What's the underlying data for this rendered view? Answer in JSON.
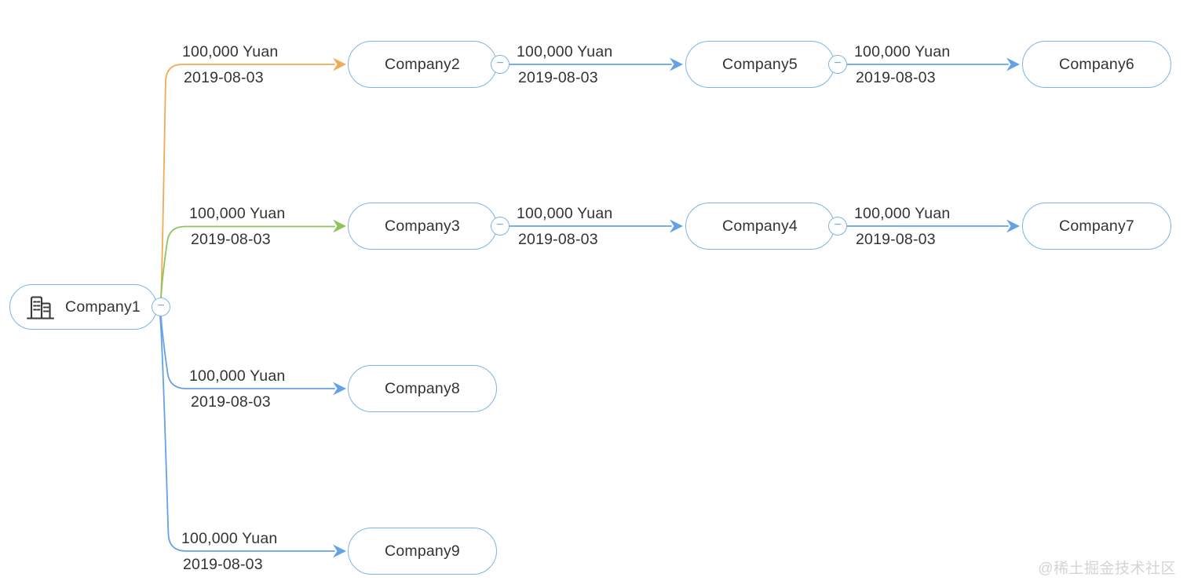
{
  "watermark": "@稀土掘金技术社区",
  "icons": {
    "collapse": "−",
    "company": "building-icon"
  },
  "colors": {
    "node_border": "#7FB3E8",
    "edge_blue": "#64A2E8",
    "edge_green": "#8CC45E",
    "edge_orange": "#F0AC55",
    "text": "#333333",
    "watermark": "#D4D4D4"
  },
  "nodes": [
    {
      "id": "company1",
      "label": "Company1",
      "collapsible": true,
      "has_icon": true
    },
    {
      "id": "company2",
      "label": "Company2",
      "collapsible": true,
      "has_icon": false
    },
    {
      "id": "company3",
      "label": "Company3",
      "collapsible": true,
      "has_icon": false
    },
    {
      "id": "company4",
      "label": "Company4",
      "collapsible": true,
      "has_icon": false
    },
    {
      "id": "company5",
      "label": "Company5",
      "collapsible": true,
      "has_icon": false
    },
    {
      "id": "company6",
      "label": "Company6",
      "collapsible": false,
      "has_icon": false
    },
    {
      "id": "company7",
      "label": "Company7",
      "collapsible": false,
      "has_icon": false
    },
    {
      "id": "company8",
      "label": "Company8",
      "collapsible": false,
      "has_icon": false
    },
    {
      "id": "company9",
      "label": "Company9",
      "collapsible": false,
      "has_icon": false
    }
  ],
  "edges": [
    {
      "from": "Company1",
      "to": "Company2",
      "amount": "100,000 Yuan",
      "date": "2019-08-03",
      "color": "#F0AC55"
    },
    {
      "from": "Company1",
      "to": "Company3",
      "amount": "100,000 Yuan",
      "date": "2019-08-03",
      "color": "#8CC45E"
    },
    {
      "from": "Company1",
      "to": "Company8",
      "amount": "100,000 Yuan",
      "date": "2019-08-03",
      "color": "#64A2E8"
    },
    {
      "from": "Company1",
      "to": "Company9",
      "amount": "100,000 Yuan",
      "date": "2019-08-03",
      "color": "#64A2E8"
    },
    {
      "from": "Company2",
      "to": "Company5",
      "amount": "100,000 Yuan",
      "date": "2019-08-03",
      "color": "#64A2E8"
    },
    {
      "from": "Company3",
      "to": "Company4",
      "amount": "100,000 Yuan",
      "date": "2019-08-03",
      "color": "#64A2E8"
    },
    {
      "from": "Company5",
      "to": "Company6",
      "amount": "100,000 Yuan",
      "date": "2019-08-03",
      "color": "#64A2E8"
    },
    {
      "from": "Company4",
      "to": "Company7",
      "amount": "100,000 Yuan",
      "date": "2019-08-03",
      "color": "#64A2E8"
    }
  ]
}
